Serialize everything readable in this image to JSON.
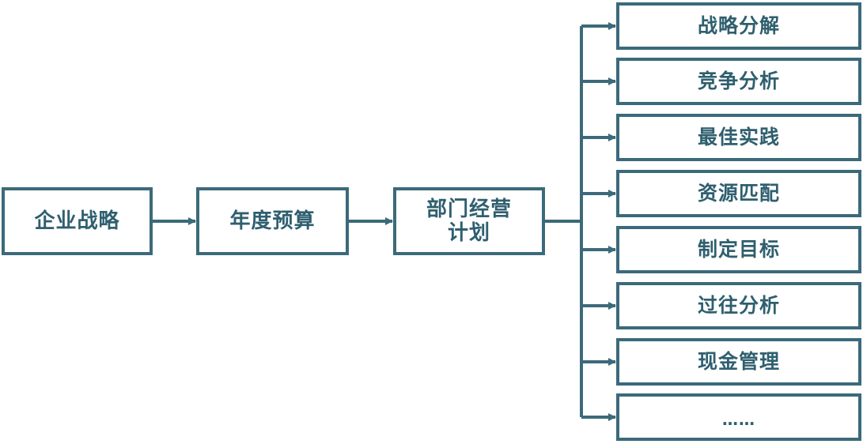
{
  "diagram": {
    "main_nodes": [
      {
        "label": "企业战略"
      },
      {
        "label": "年度预算"
      },
      {
        "label": "部门经营计划"
      }
    ],
    "branch_nodes": [
      {
        "label": "战略分解"
      },
      {
        "label": "竞争分析"
      },
      {
        "label": "最佳实践"
      },
      {
        "label": "资源匹配"
      },
      {
        "label": "制定目标"
      },
      {
        "label": "过往分析"
      },
      {
        "label": "现金管理"
      },
      {
        "label": "……"
      }
    ],
    "colors": {
      "line": "#3b6a7a",
      "text": "#2f5f6f",
      "background": "#ffffff"
    }
  }
}
